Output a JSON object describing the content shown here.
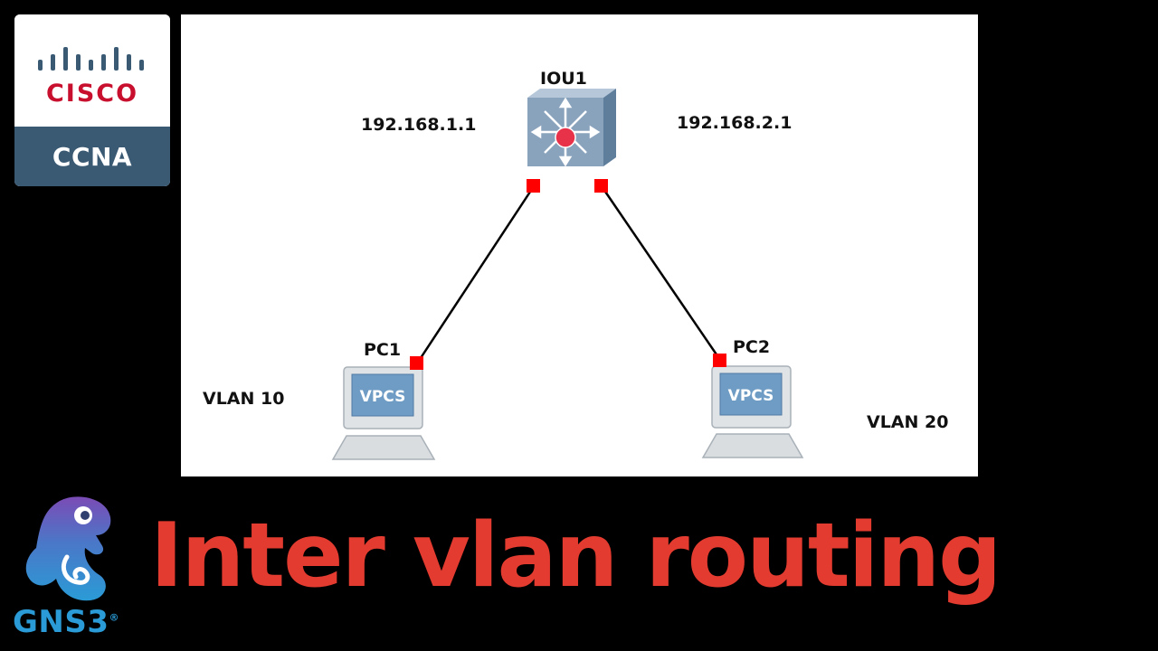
{
  "badge": {
    "brand": "CISCO",
    "cert": "CCNA",
    "brand_color": "#c8102e",
    "band_color": "#3a5a74"
  },
  "diagram": {
    "nodes": {
      "router": {
        "name": "IOU1",
        "icon": "multilayer-switch-icon"
      },
      "pc1": {
        "name": "PC1",
        "screen_text": "VPCS",
        "icon": "vpcs-computer-icon"
      },
      "pc2": {
        "name": "PC2",
        "screen_text": "VPCS",
        "icon": "vpcs-computer-icon"
      }
    },
    "labels": {
      "ip_left": "192.168.1.1",
      "ip_right": "192.168.2.1",
      "vlan_left": "VLAN 10",
      "vlan_right": "VLAN 20"
    },
    "link_port_color": "#ff0000",
    "link_color": "#000000"
  },
  "gns3": {
    "word": "GNS3",
    "reg": "®",
    "color": "#2a9bd6"
  },
  "title": {
    "text": "Inter vlan routing",
    "color": "#e33b2f"
  }
}
